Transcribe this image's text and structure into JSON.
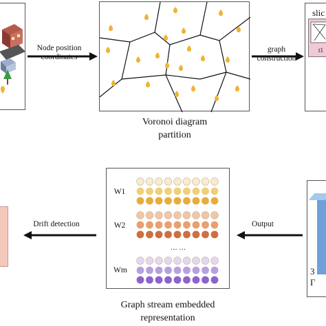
{
  "labels": {
    "node_position": [
      "Node position",
      "coordinates"
    ],
    "graph_construction": [
      "graph",
      "construction"
    ],
    "drift_detection": "Drift detection",
    "output": "Output",
    "voronoi_caption": [
      "Voronoi diagram",
      "partition"
    ],
    "embedding_caption": [
      "Graph stream embedded",
      "representation"
    ],
    "row_w1": "W1",
    "row_w2": "W2",
    "row_wm": "Wm",
    "ellipsis": "··· ···",
    "slice_fragment": "slic",
    "slice_sub": "t1",
    "right_box_fragment": "3",
    "right_box_fragment2": "Γ"
  },
  "colors": {
    "w1": [
      "#f6ecd0",
      "#efcf78",
      "#e6ad3c"
    ],
    "w2": [
      "#f2c6a8",
      "#e8a070",
      "#cc7040"
    ],
    "wm": [
      "#e3d8f2",
      "#b8a0e0",
      "#8c64cc"
    ],
    "marker": "#f0b434",
    "pink_slice": "#f0c8d6",
    "blue_box": "#6fa0d8"
  }
}
